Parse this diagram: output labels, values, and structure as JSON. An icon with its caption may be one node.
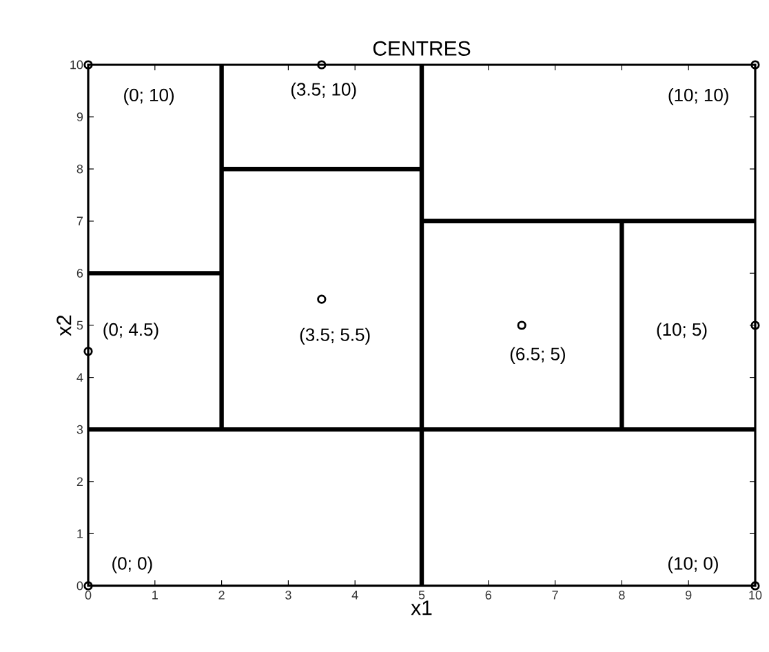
{
  "diagram": {
    "chart_data": {
      "type": "scatter",
      "title": "CENTRES",
      "xlabel": "x1",
      "ylabel": "x2",
      "x": [
        0,
        3.5,
        10,
        0,
        3.5,
        6.5,
        10,
        0,
        10
      ],
      "values": [
        10,
        10,
        10,
        4.5,
        5.5,
        5,
        5,
        0,
        0
      ],
      "xlim": [
        0,
        10
      ],
      "ylim": [
        0,
        10
      ],
      "xticks": [
        0,
        1,
        2,
        3,
        4,
        5,
        6,
        7,
        8,
        9,
        10
      ],
      "yticks": [
        0,
        1,
        2,
        3,
        4,
        5,
        6,
        7,
        8,
        9,
        10
      ],
      "ref_lines": [
        {
          "axis": "x",
          "value": 2
        },
        {
          "axis": "y",
          "value": 6
        },
        {
          "axis": "y",
          "value": 8
        },
        {
          "axis": "x",
          "value": 5
        },
        {
          "axis": "y",
          "value": 7
        },
        {
          "axis": "x",
          "value": 8
        },
        {
          "axis": "y",
          "value": 3
        }
      ],
      "annotations": [
        {
          "x": 0,
          "y": 10,
          "text": "(0; 10)"
        },
        {
          "x": 3.5,
          "y": 10,
          "text": "(3.5; 10)"
        },
        {
          "x": 10,
          "y": 10,
          "text": "(10; 10)"
        },
        {
          "x": 0,
          "y": 4.5,
          "text": "(0; 4.5)"
        },
        {
          "x": 3.5,
          "y": 5.5,
          "text": "(3.5; 5.5)"
        },
        {
          "x": 6.5,
          "y": 5,
          "text": "(6.5; 5)"
        },
        {
          "x": 10,
          "y": 5,
          "text": "(10; 5)"
        },
        {
          "x": 0,
          "y": 0,
          "text": "(0; 0)"
        },
        {
          "x": 10,
          "y": 0,
          "text": "(10; 0)"
        }
      ]
    }
  }
}
